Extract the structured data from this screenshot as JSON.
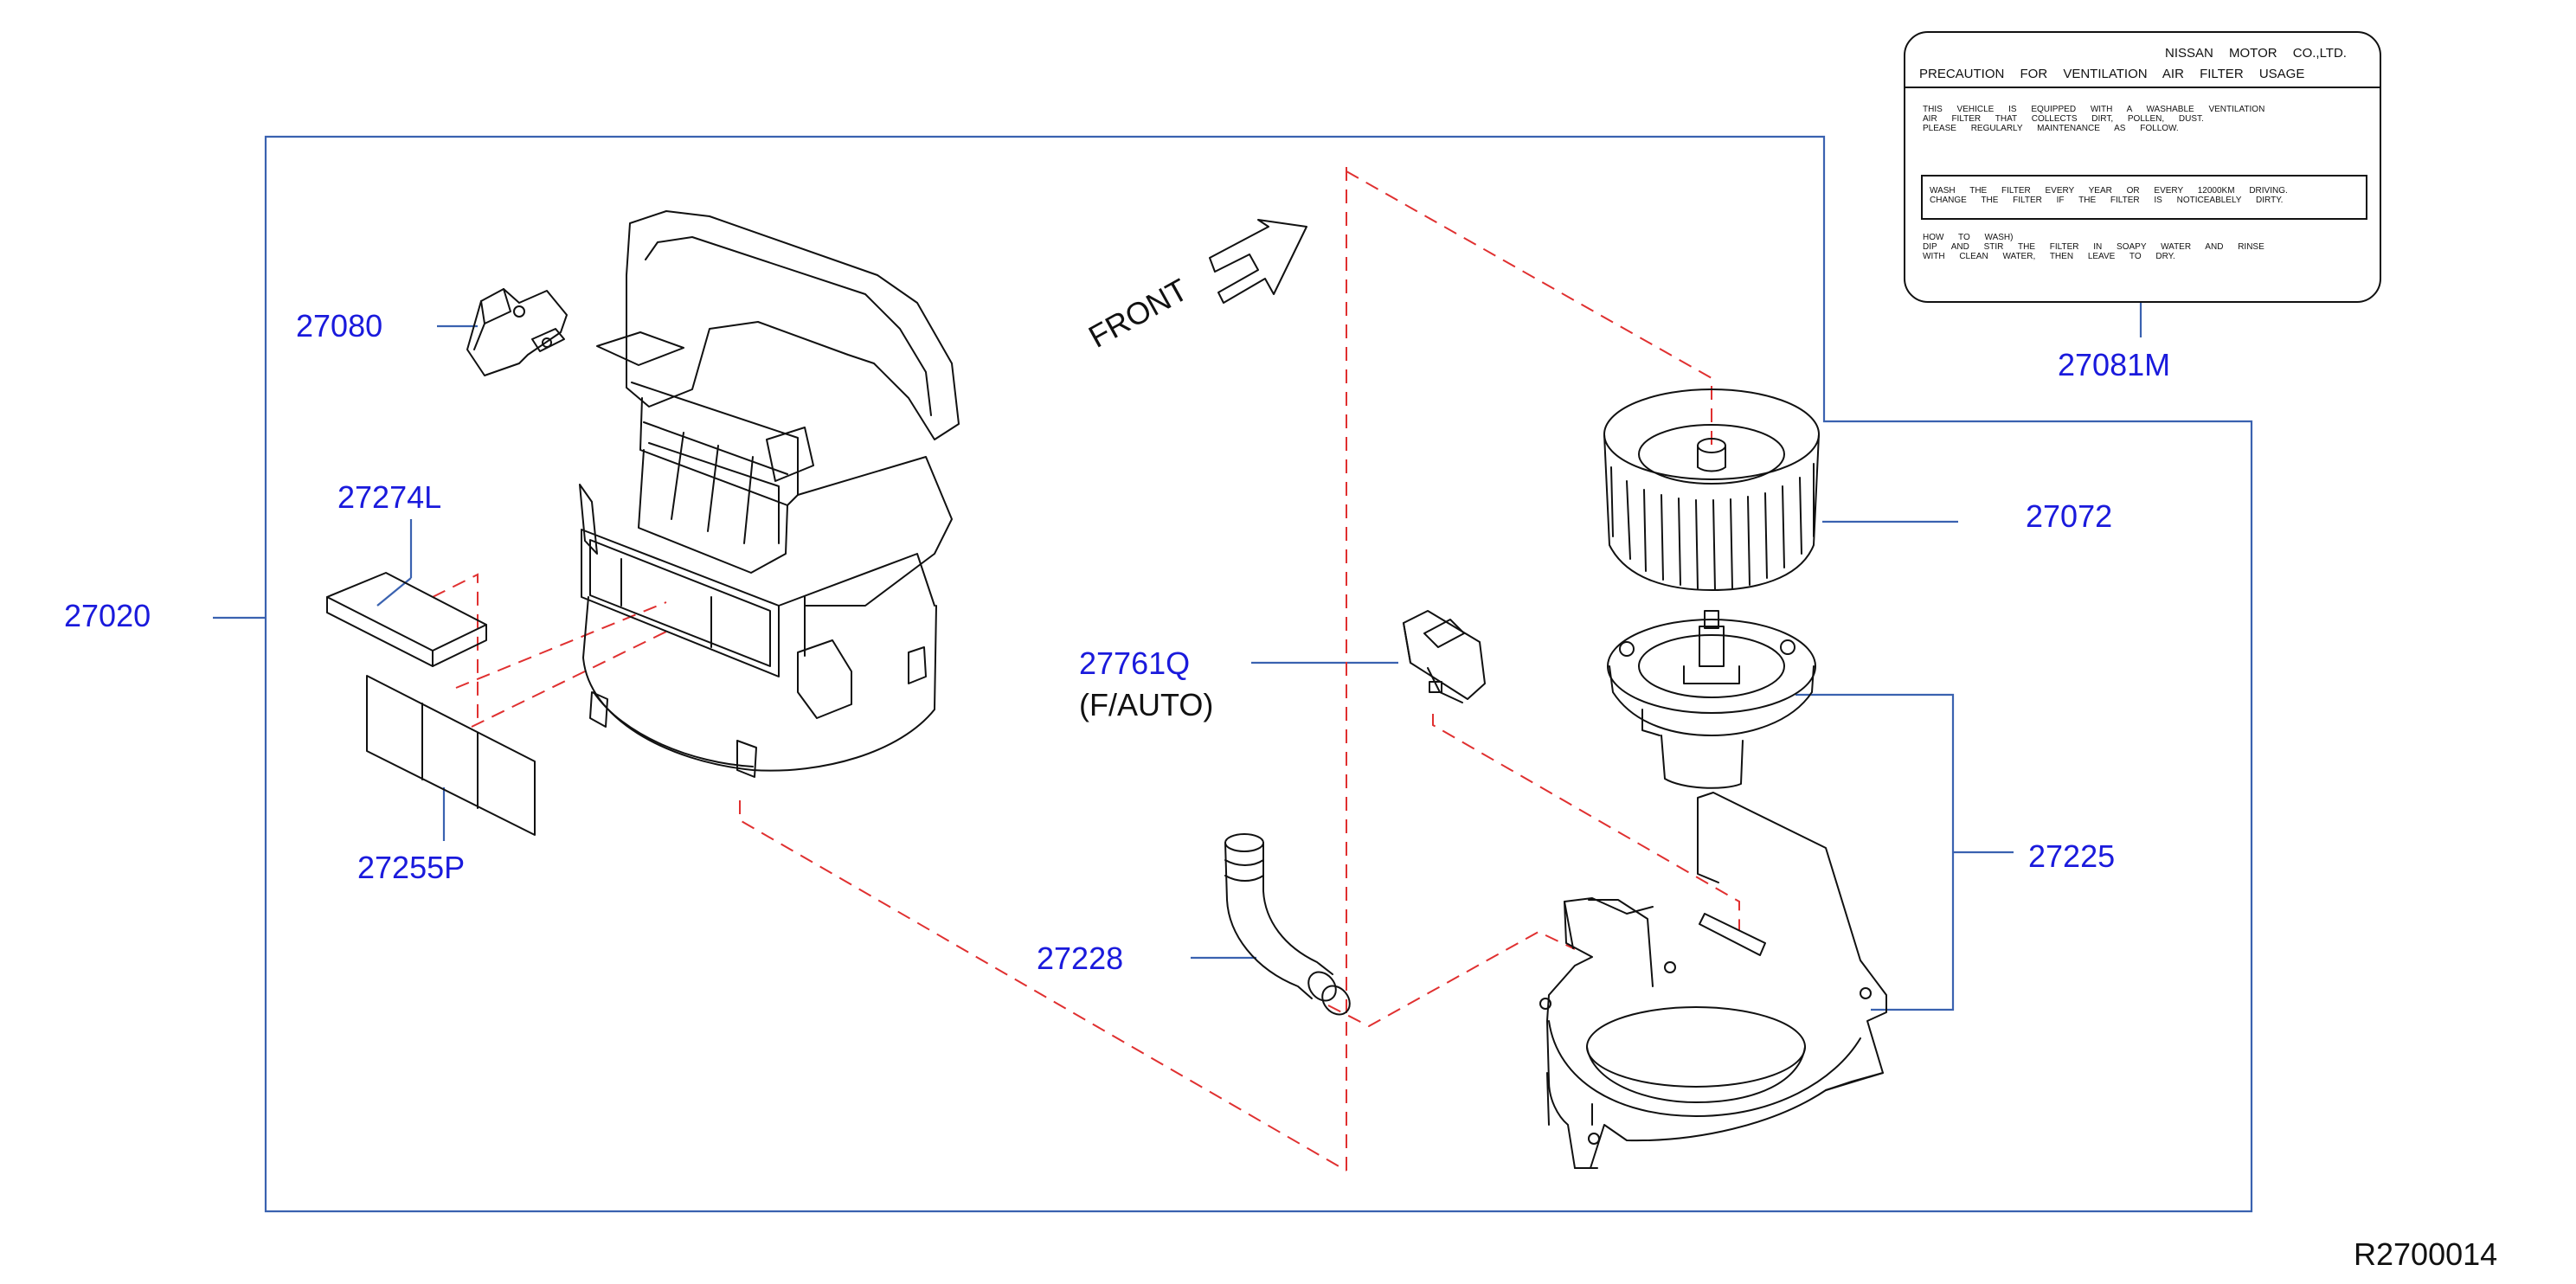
{
  "parts": {
    "p27080": "27080",
    "p27274L": "27274L",
    "p27020": "27020",
    "p27255P": "27255P",
    "p27761Q": "27761Q",
    "p27761Q_note": "(F/AUTO)",
    "p27228": "27228",
    "p27072": "27072",
    "p27225": "27225",
    "p27081M": "27081M"
  },
  "direction_label": "FRONT",
  "reference_code": "R2700014",
  "caution_label": {
    "company": "NISSAN MOTOR CO.,LTD.",
    "heading": "PRECAUTION FOR VENTILATION AIR FILTER USAGE",
    "para1_line1": "THIS VEHICLE IS EQUIPPED WITH A WASHABLE VENTILATION",
    "para1_line2": "AIR FILTER THAT COLLECTS DIRT, POLLEN, DUST.",
    "para1_line3": "PLEASE REGULARLY MAINTENANCE AS FOLLOW.",
    "box_line1": "WASH THE FILTER EVERY YEAR OR EVERY 12000KM DRIVING.",
    "box_line2": "CHANGE THE FILTER IF THE FILTER IS NOTICEABLELY DIRTY.",
    "para2_line1": "HOW TO WASH)",
    "para2_line2": "DIP AND STIR THE FILTER IN SOAPY WATER AND RINSE",
    "para2_line3": "WITH CLEAN WATER, THEN LEAVE TO DRY."
  },
  "colors": {
    "callout_text": "#1a1adc",
    "leader_lines": "#3a62b0",
    "phantom_lines": "#e03030",
    "linework": "#111111"
  }
}
